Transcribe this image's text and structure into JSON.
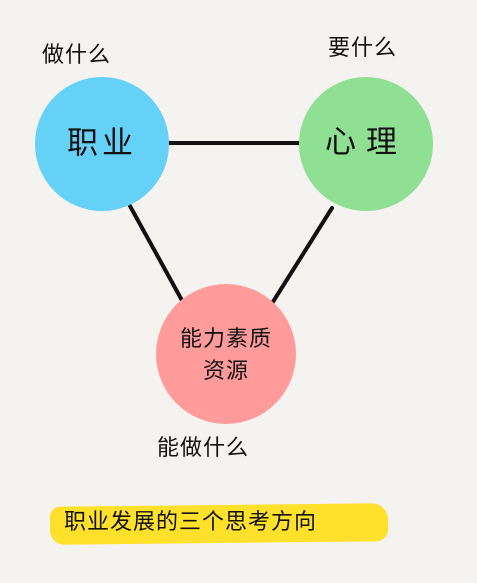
{
  "nodes": {
    "career": {
      "label": "职业",
      "color": "#66d1f6"
    },
    "psychology": {
      "label": "心理",
      "color": "#8fe092"
    },
    "resources": {
      "line1": "能力素质",
      "line2": "资源",
      "color": "#ff9b9b"
    }
  },
  "captions": {
    "left": "做什么",
    "right": "要什么",
    "bottom": "能做什么"
  },
  "title": "职业发展的三个思考方向",
  "colors": {
    "highlight": "#ffe02a",
    "background": "#f4f3f0",
    "line": "#111111"
  }
}
